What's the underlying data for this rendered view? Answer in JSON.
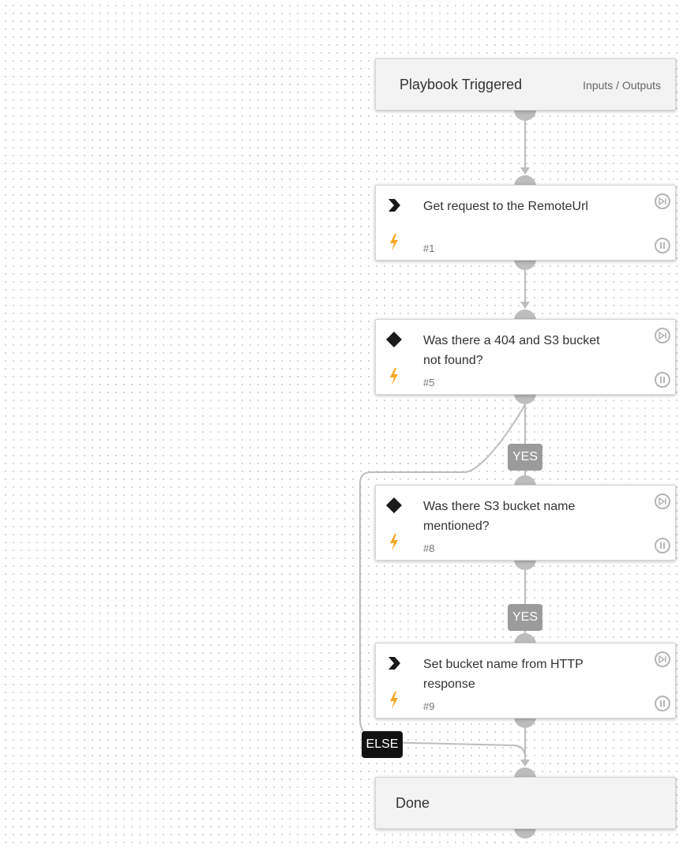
{
  "start": {
    "title": "Playbook Triggered",
    "io_link": "Inputs / Outputs"
  },
  "tasks": [
    {
      "title": "Get request to the RemoteUrl",
      "number": "#1",
      "type_icon": "chevron-icon"
    },
    {
      "title": "Was there a 404 and S3 bucket not found?",
      "number": "#5",
      "type_icon": "diamond-icon"
    },
    {
      "title": "Was there S3 bucket name mentioned?",
      "number": "#8",
      "type_icon": "diamond-icon"
    },
    {
      "title": "Set bucket name from HTTP response",
      "number": "#9",
      "type_icon": "chevron-icon"
    }
  ],
  "end": {
    "title": "Done"
  },
  "edge_labels": {
    "yes_1": "YES",
    "yes_2": "YES",
    "else": "ELSE"
  },
  "colors": {
    "bolt": "#f5a623",
    "edge": "#bdbdbd",
    "yes_label_bg": "#9b9b9b",
    "else_label_bg": "#111111"
  }
}
